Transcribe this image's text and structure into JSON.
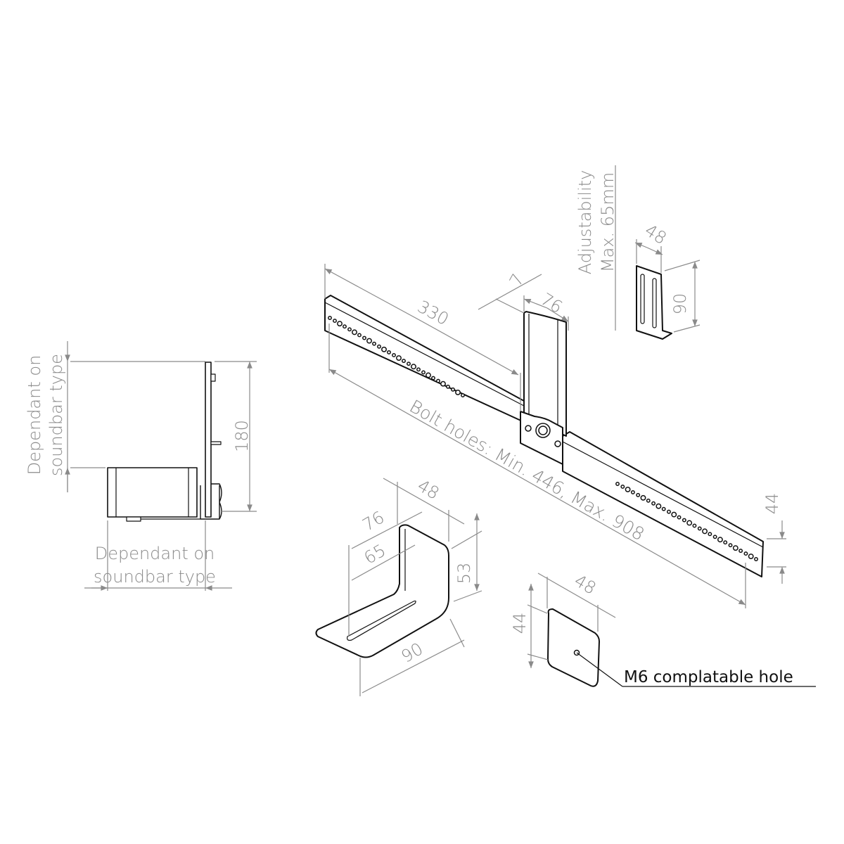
{
  "side_view": {
    "height_label": "Dependant on soundbar type",
    "height_label_line1": "Dependant on",
    "height_label_line2": "soundbar type",
    "depth_label_line1": "Dependant on",
    "depth_label_line2": "soundbar type",
    "dim_180": "180"
  },
  "rail": {
    "dim_330": "330",
    "dim_7": "7",
    "dim_76": "76",
    "dim_44": "44",
    "bolt_holes": "Bolt holes: Min. 446, Max. 908"
  },
  "adjuster": {
    "line1": "Adjustability",
    "line2": "Max. 65mm",
    "dim_48": "48",
    "dim_90": "90"
  },
  "l_bracket": {
    "dim_48": "48",
    "dim_76": "76",
    "dim_65": "65",
    "dim_53": "53",
    "dim_90": "90"
  },
  "plate": {
    "dim_44": "44",
    "dim_48": "48",
    "callout": "M6 complatable hole"
  }
}
